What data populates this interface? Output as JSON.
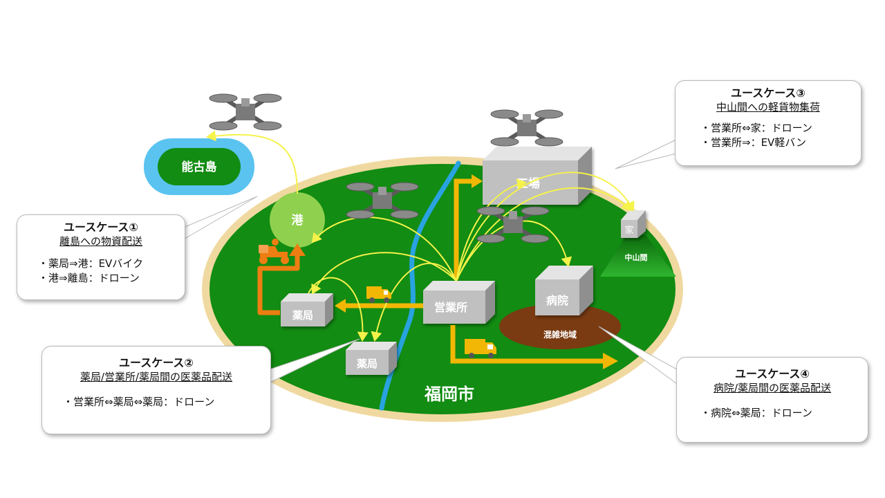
{
  "map": {
    "city_label": "福岡市",
    "island_label": "能古島",
    "port_label": "港",
    "factory_label": "工場",
    "house_label": "家",
    "mountain_label": "中山間",
    "hospital_label": "病院",
    "congested_label": "混雑地域",
    "office_label": "営業所",
    "pharmacy1_label": "薬局",
    "pharmacy2_label": "薬局"
  },
  "use_cases": [
    {
      "title": "ユースケース①",
      "subtitle": "離島への物資配送",
      "lines": [
        "・薬局⇒港：EVバイク",
        "・港⇒離島：ドローン"
      ]
    },
    {
      "title": "ユースケース②",
      "subtitle": "薬局/営業所/薬局間の医薬品配送",
      "lines": [
        "・営業所⇔薬局⇔薬局：ドローン"
      ]
    },
    {
      "title": "ユースケース③",
      "subtitle": "中山間への軽貨物集荷",
      "lines": [
        "・営業所⇔家：ドローン",
        "・営業所⇒：EV軽バン"
      ]
    },
    {
      "title": "ユースケース④",
      "subtitle": "病院/薬局間の医薬品配送",
      "lines": [
        "・病院⇔薬局：ドローン"
      ]
    }
  ],
  "colors": {
    "land_green": "#128c12",
    "land_border": "#f0d9a0",
    "river": "#29a3e0",
    "route_yellow": "#f5f24a",
    "van_route": "#f2b705",
    "bike_route": "#ee7d12",
    "congested_brown": "#7a3b12"
  }
}
